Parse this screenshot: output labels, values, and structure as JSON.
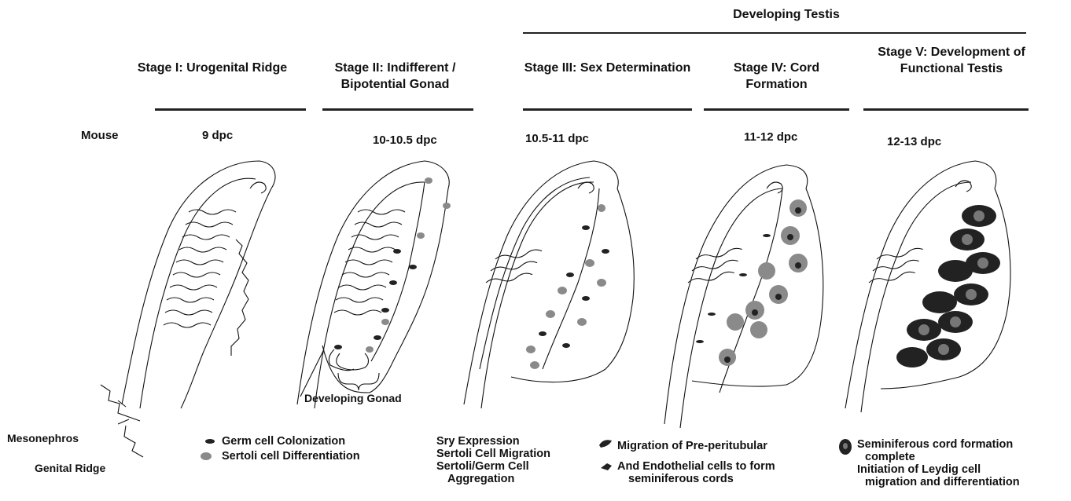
{
  "top_title": "Developing Testis",
  "stages": [
    {
      "title": "Stage I:  Urogenital Ridge",
      "age": "9 dpc"
    },
    {
      "title": "Stage II:  Indifferent / Bipotential Gonad",
      "age": "10-10.5 dpc"
    },
    {
      "title": "Stage III: Sex Determination",
      "age": "10.5-11 dpc"
    },
    {
      "title": "Stage IV: Cord Formation",
      "age": "11-12 dpc"
    },
    {
      "title": "Stage V: Development of Functional Testis",
      "age": "12-13 dpc"
    }
  ],
  "species": "Mouse",
  "labels": {
    "developing_gonad": "Developing Gonad",
    "mesonephros": "Mesonephros",
    "genital_ridge": "Genital Ridge"
  },
  "legend": {
    "stage2": [
      "Germ cell Colonization",
      "Sertoli cell Differentiation"
    ],
    "stage3": [
      "Sry Expression",
      "Sertoli Cell Migration",
      "Sertoli/Germ Cell",
      "Aggregation"
    ],
    "stage4": [
      "Migration of Pre-peritubular",
      "And Endothelial cells to form",
      "seminiferous cords"
    ],
    "stage5": [
      "Seminiferous cord formation",
      "complete",
      "Initiation of Leydig cell",
      "migration and differentiation"
    ]
  },
  "colors": {
    "ink": "#111111",
    "grey_cell": "#8a8a8a",
    "dark_cell": "#222222"
  }
}
